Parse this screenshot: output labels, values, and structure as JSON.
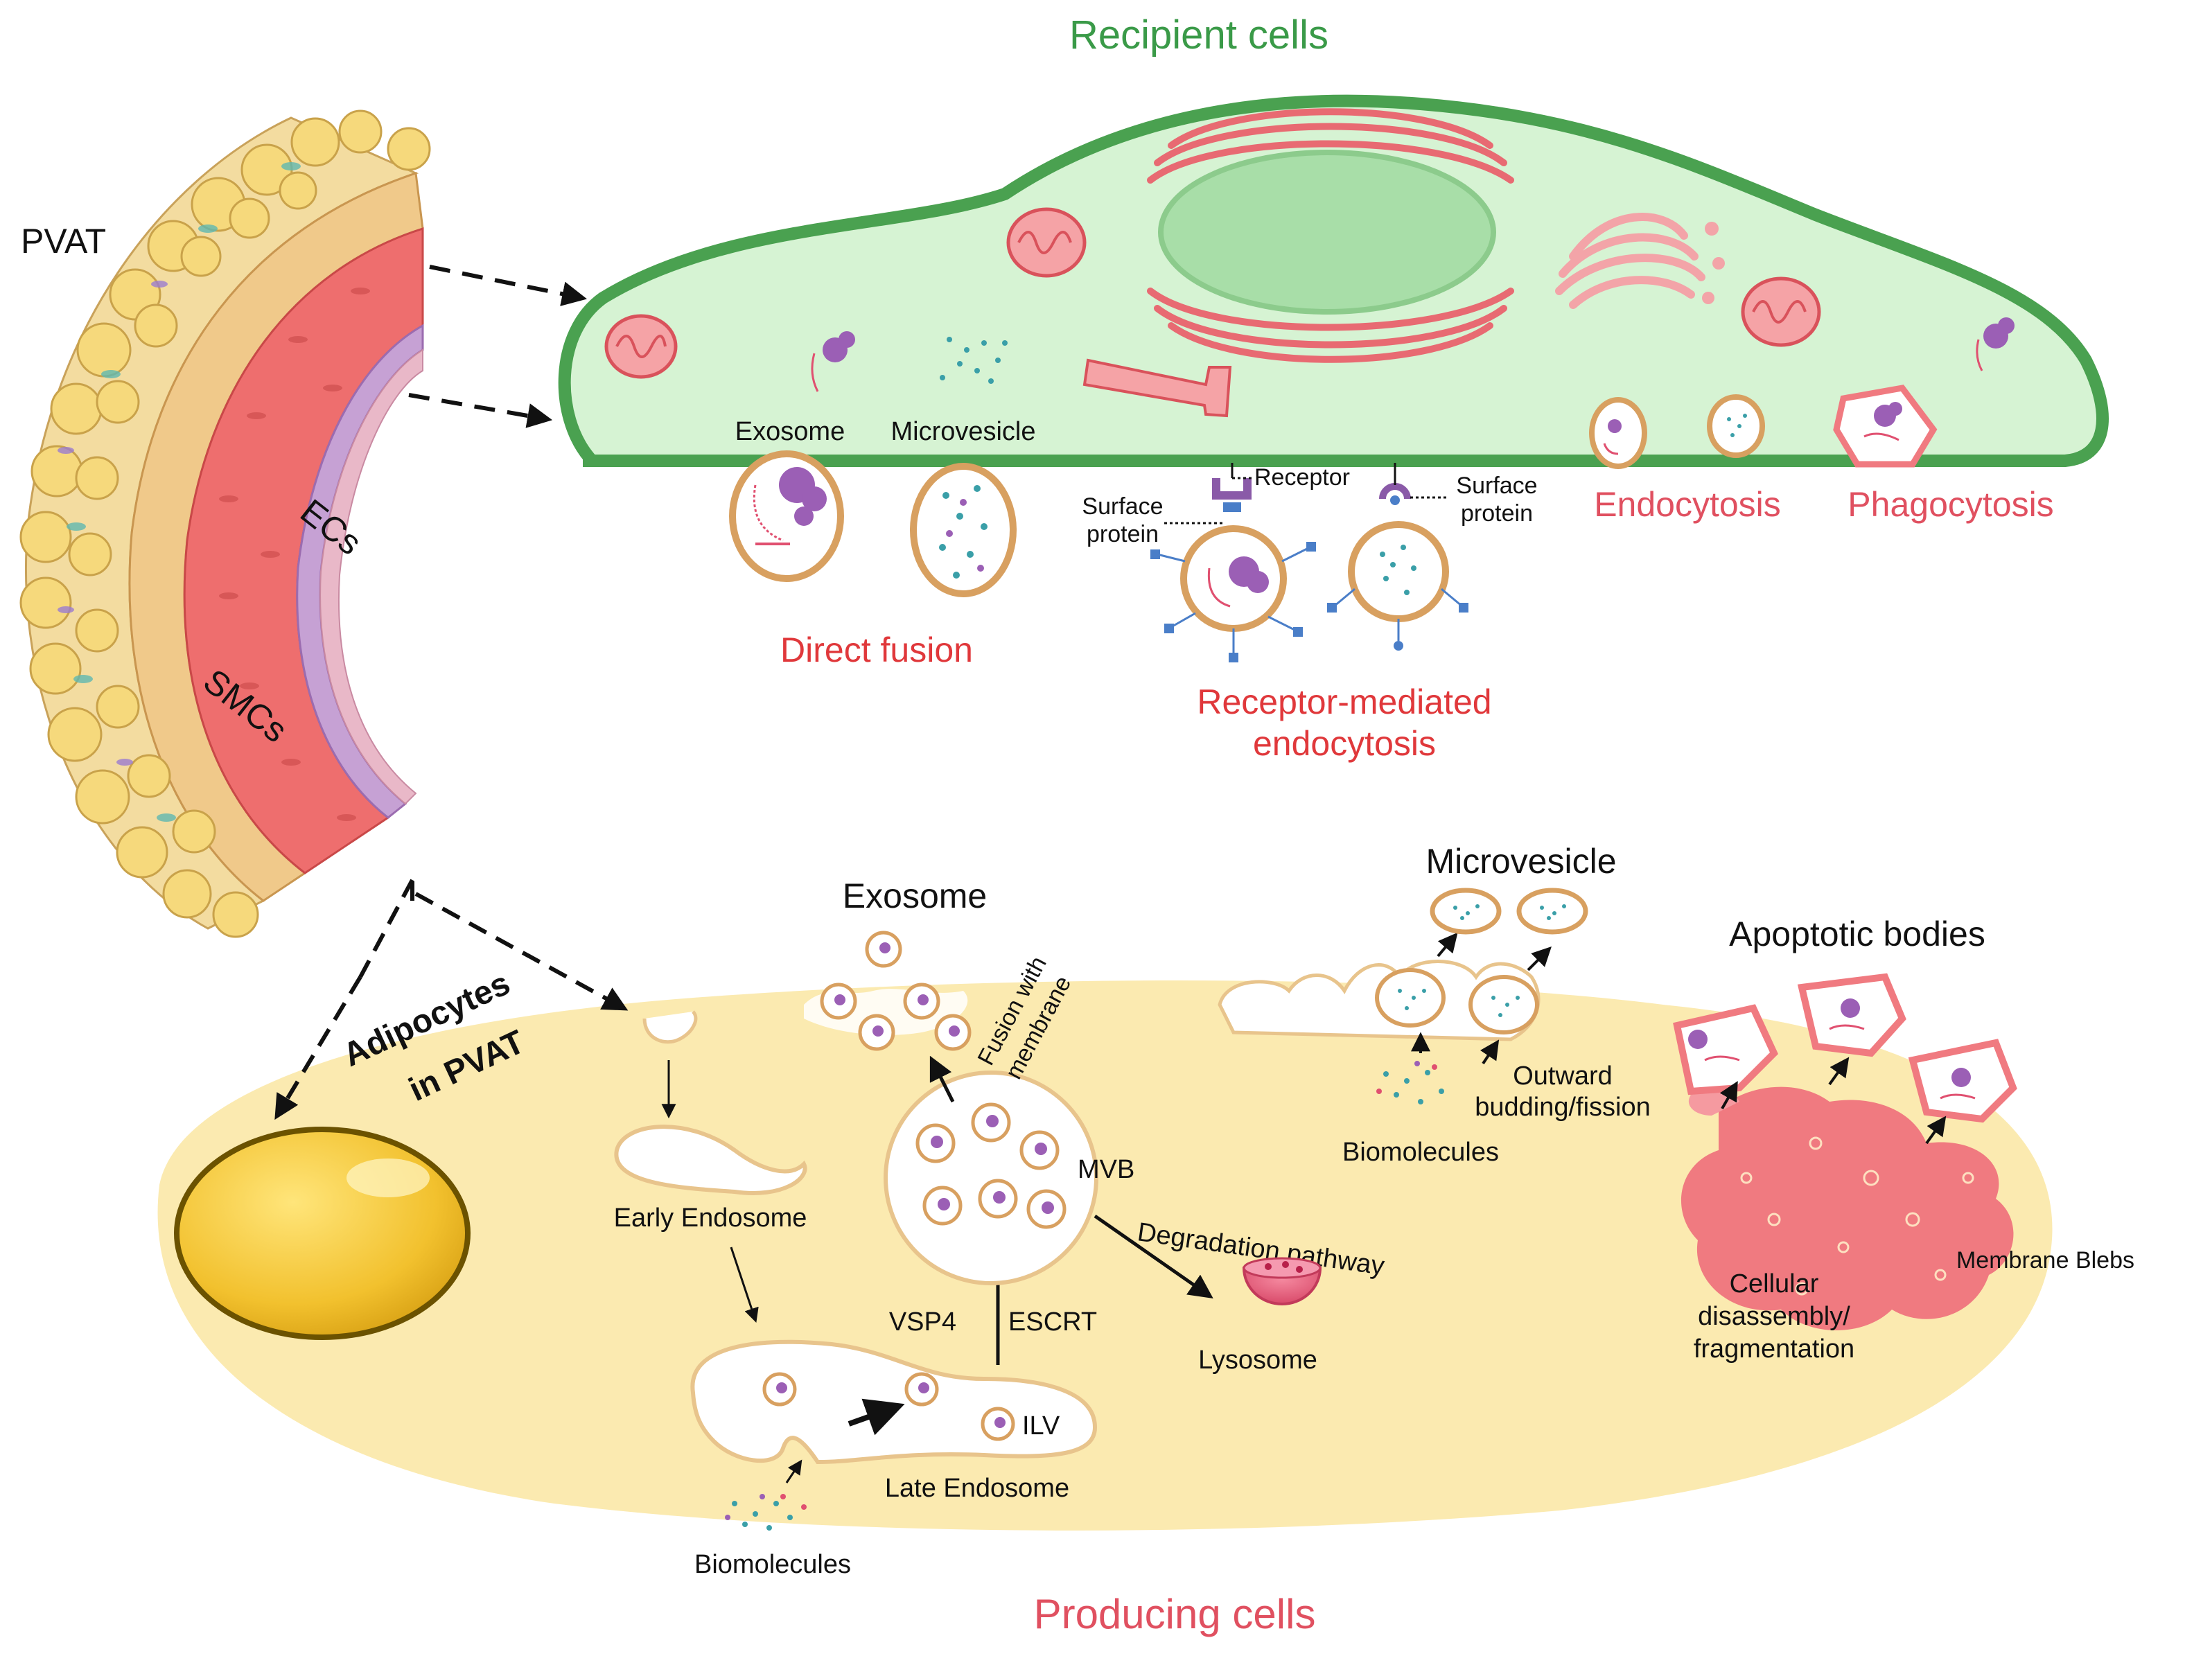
{
  "titles": {
    "recipient": "Recipient cells",
    "producing": "Producing cells"
  },
  "vessel": {
    "pvat": "PVAT",
    "ecs": "ECs",
    "smcs": "SMCs",
    "adipocytes_line1": "Adipocytes",
    "adipocytes_line2": "in PVAT"
  },
  "uptake": {
    "exosome": "Exosome",
    "microvesicle": "Microvesicle",
    "direct_fusion": "Direct fusion",
    "receptor": "Receptor",
    "surface_protein_left_1": "Surface",
    "surface_protein_left_2": "protein",
    "surface_protein_right_1": "Surface",
    "surface_protein_right_2": "protein",
    "rme_line1": "Receptor-mediated",
    "rme_line2": "endocytosis",
    "endocytosis": "Endocytosis",
    "phagocytosis": "Phagocytosis"
  },
  "biogenesis": {
    "exosome_title": "Exosome",
    "fusion_line1": "Fusion with",
    "fusion_line2": "membrane",
    "mvb": "MVB",
    "early_endosome": "Early Endosome",
    "degradation": "Degradation pathway",
    "lysosome": "Lysosome",
    "vsp4": "VSP4",
    "escrt": "ESCRT",
    "ilv": "ILV",
    "late_endosome": "Late Endosome",
    "biomolecules_bottom": "Biomolecules",
    "microvesicle_title": "Microvesicle",
    "outward_line1": "Outward",
    "outward_line2": "budding/fission",
    "biomolecules_mid": "Biomolecules",
    "apoptotic_title": "Apoptotic bodies",
    "membrane_blebs": "Membrane Blebs",
    "disassembly_line1": "Cellular",
    "disassembly_line2": "disassembly/",
    "disassembly_line3": "fragmentation"
  },
  "colors": {
    "recipient_fill": "#d6f3d3",
    "recipient_border": "#4aa150",
    "producing_fill": "#fbeab0",
    "mito": "#e86a72",
    "vessel_red": "#ee6e6e",
    "adipocyte": "#f6d97c",
    "lipid": "#f2c12e",
    "vesicle_ring": "#d8a060",
    "apoptotic": "#f07a80"
  }
}
